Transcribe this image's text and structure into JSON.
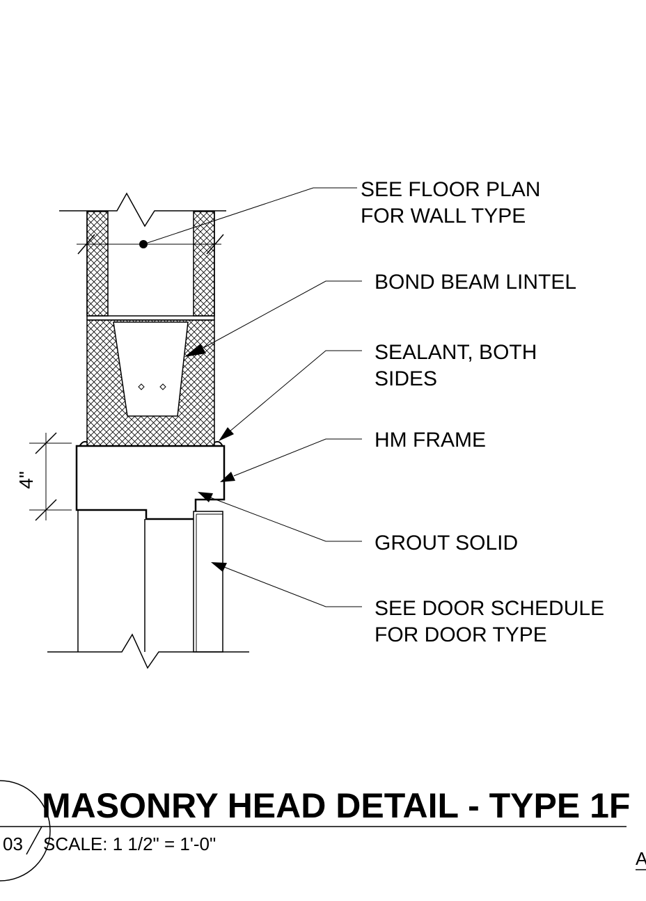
{
  "notes": {
    "wall_type_line1": "SEE FLOOR PLAN",
    "wall_type_line2": "FOR WALL TYPE",
    "lintel": "BOND BEAM LINTEL",
    "sealant_line1": "SEALANT, BOTH",
    "sealant_line2": "SIDES",
    "frame": "HM FRAME",
    "grout": "GROUT SOLID",
    "door_line1": "SEE DOOR SCHEDULE",
    "door_line2": "FOR DOOR TYPE"
  },
  "dimension": {
    "value": "4\""
  },
  "title_block": {
    "title": "MASONRY HEAD DETAIL - TYPE 1F",
    "scale": "SCALE:  1 1/2\" = 1'-0\"",
    "detail_number": "03",
    "sheet_ref": "A"
  }
}
